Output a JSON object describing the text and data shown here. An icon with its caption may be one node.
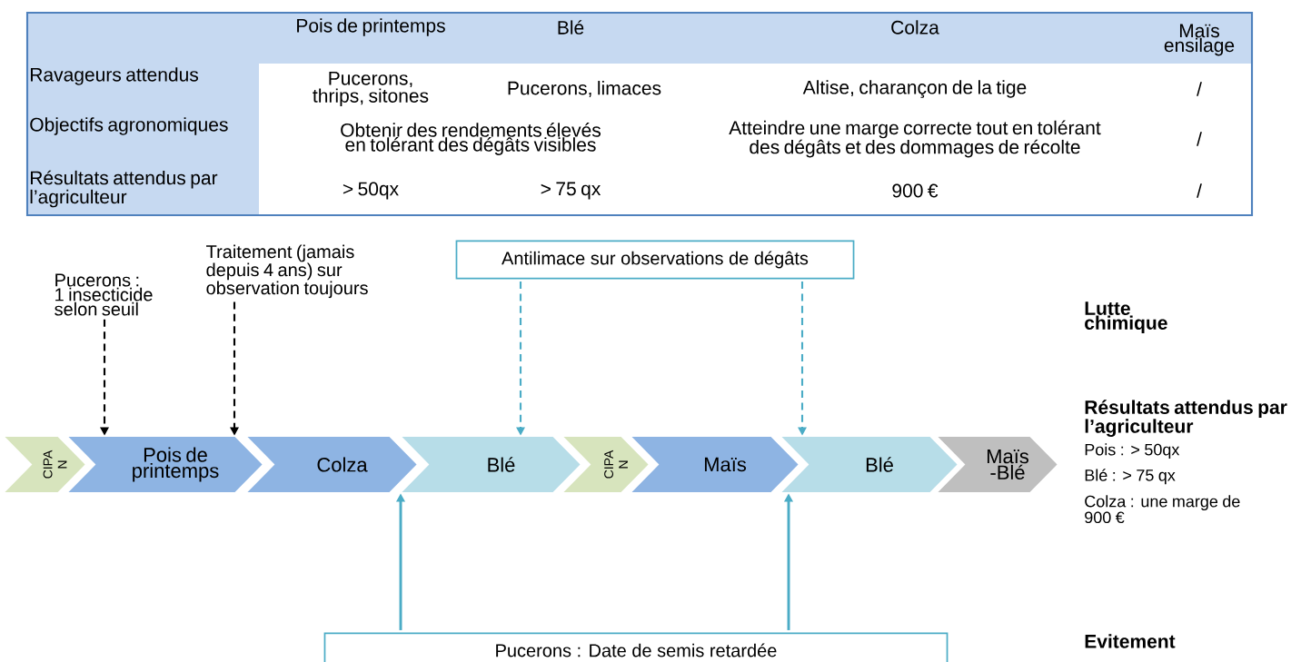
{
  "diagram": {
    "nodes": [
      {
        "text": [
          "Pucerons : 1 insecticide selon seuil"
        ]
      },
      {
        "text": [
          "Traitement (jamais depuis 4 ans) sur observation toujours"
        ]
      },
      {
        "text": [
          "Antilimace sur observations de dégâts"
        ]
      },
      {
        "text": [
          "CIPA N"
        ]
      },
      {
        "text": [
          "Pois de printemps"
        ]
      },
      {
        "text": [
          "Colza"
        ]
      },
      {
        "text": [
          "Blé"
        ]
      },
      {
        "text": [
          "CIPA N"
        ]
      },
      {
        "text": [
          "Maïs"
        ]
      },
      {
        "text": [
          "Blé"
        ]
      },
      {
        "text": [
          "Maïs -Blé"
        ]
      },
      {
        "text": [
          "Pucerons : Date de semis retardée"
        ]
      }
    ],
    "edges": [
      {
        "from": 0,
        "to": 4,
        "arrow": "to",
        "style": "dashed",
        "color": "#000000"
      },
      {
        "from": 1,
        "to": 4,
        "arrow": "to",
        "style": "dashed",
        "color": "#000000"
      },
      {
        "from": 2,
        "to": 6,
        "arrow": "to",
        "style": "dashed"
      },
      {
        "from": 2,
        "to": 9,
        "arrow": "to",
        "style": "dashed"
      },
      {
        "from": 11,
        "to": 6,
        "arrow": "to"
      },
      {
        "from": 11,
        "to": 9,
        "arrow": "to"
      }
    ],
    "labels": [
      "Pois de printemps",
      "Blé",
      "Colza",
      "Maïs ensilage",
      "Ravageurs attendus",
      "Pucerons, thrips, sitones",
      "Pucerons, limaces",
      "Altise, charançon de la tige",
      "/",
      "Objectifs agronomiques",
      "Obtenir des rendements élevés en tolérant des dégâts visibles",
      "Atteindre une marge correcte tout en tolérant des dégâts et des dommages de récolte",
      "/",
      "Résultats attendus par l’agriculteur",
      "> 50qx",
      "> 75 qx",
      "900 €",
      "/",
      "Lutte chimique",
      "Résultats attendus par l’agriculteur",
      "Pois : > 50qx",
      "Blé : > 75 qx",
      "Colza : une marge de 900 €",
      "Evitement"
    ]
  }
}
